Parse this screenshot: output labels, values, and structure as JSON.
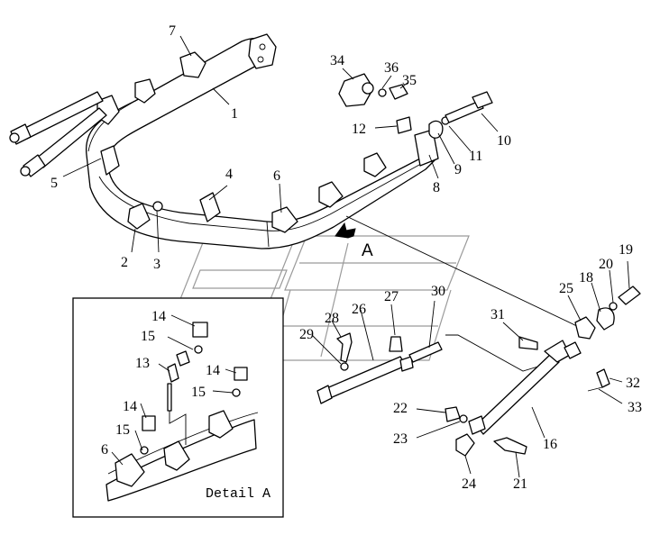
{
  "labels": {
    "l1": "1",
    "l2": "2",
    "l3": "3",
    "l4": "4",
    "l5": "5",
    "l6": "6",
    "l7": "7",
    "l8": "8",
    "l9": "9",
    "l10": "10",
    "l11": "11",
    "l12": "12",
    "l16": "16",
    "l18": "18",
    "l19": "19",
    "l20": "20",
    "l21": "21",
    "l22": "22",
    "l23": "23",
    "l24": "24",
    "l25": "25",
    "l26": "26",
    "l27": "27",
    "l28": "28",
    "l29": "29",
    "l30": "30",
    "l31": "31",
    "l32": "32",
    "l33": "33",
    "l34": "34",
    "l35": "35",
    "l36": "36"
  },
  "view_marker": "A",
  "detail": {
    "caption": "Detail A",
    "l6": "6",
    "l13": "13",
    "l14a": "14",
    "l14b": "14",
    "l14c": "14",
    "l15a": "15",
    "l15b": "15",
    "l15c": "15"
  }
}
